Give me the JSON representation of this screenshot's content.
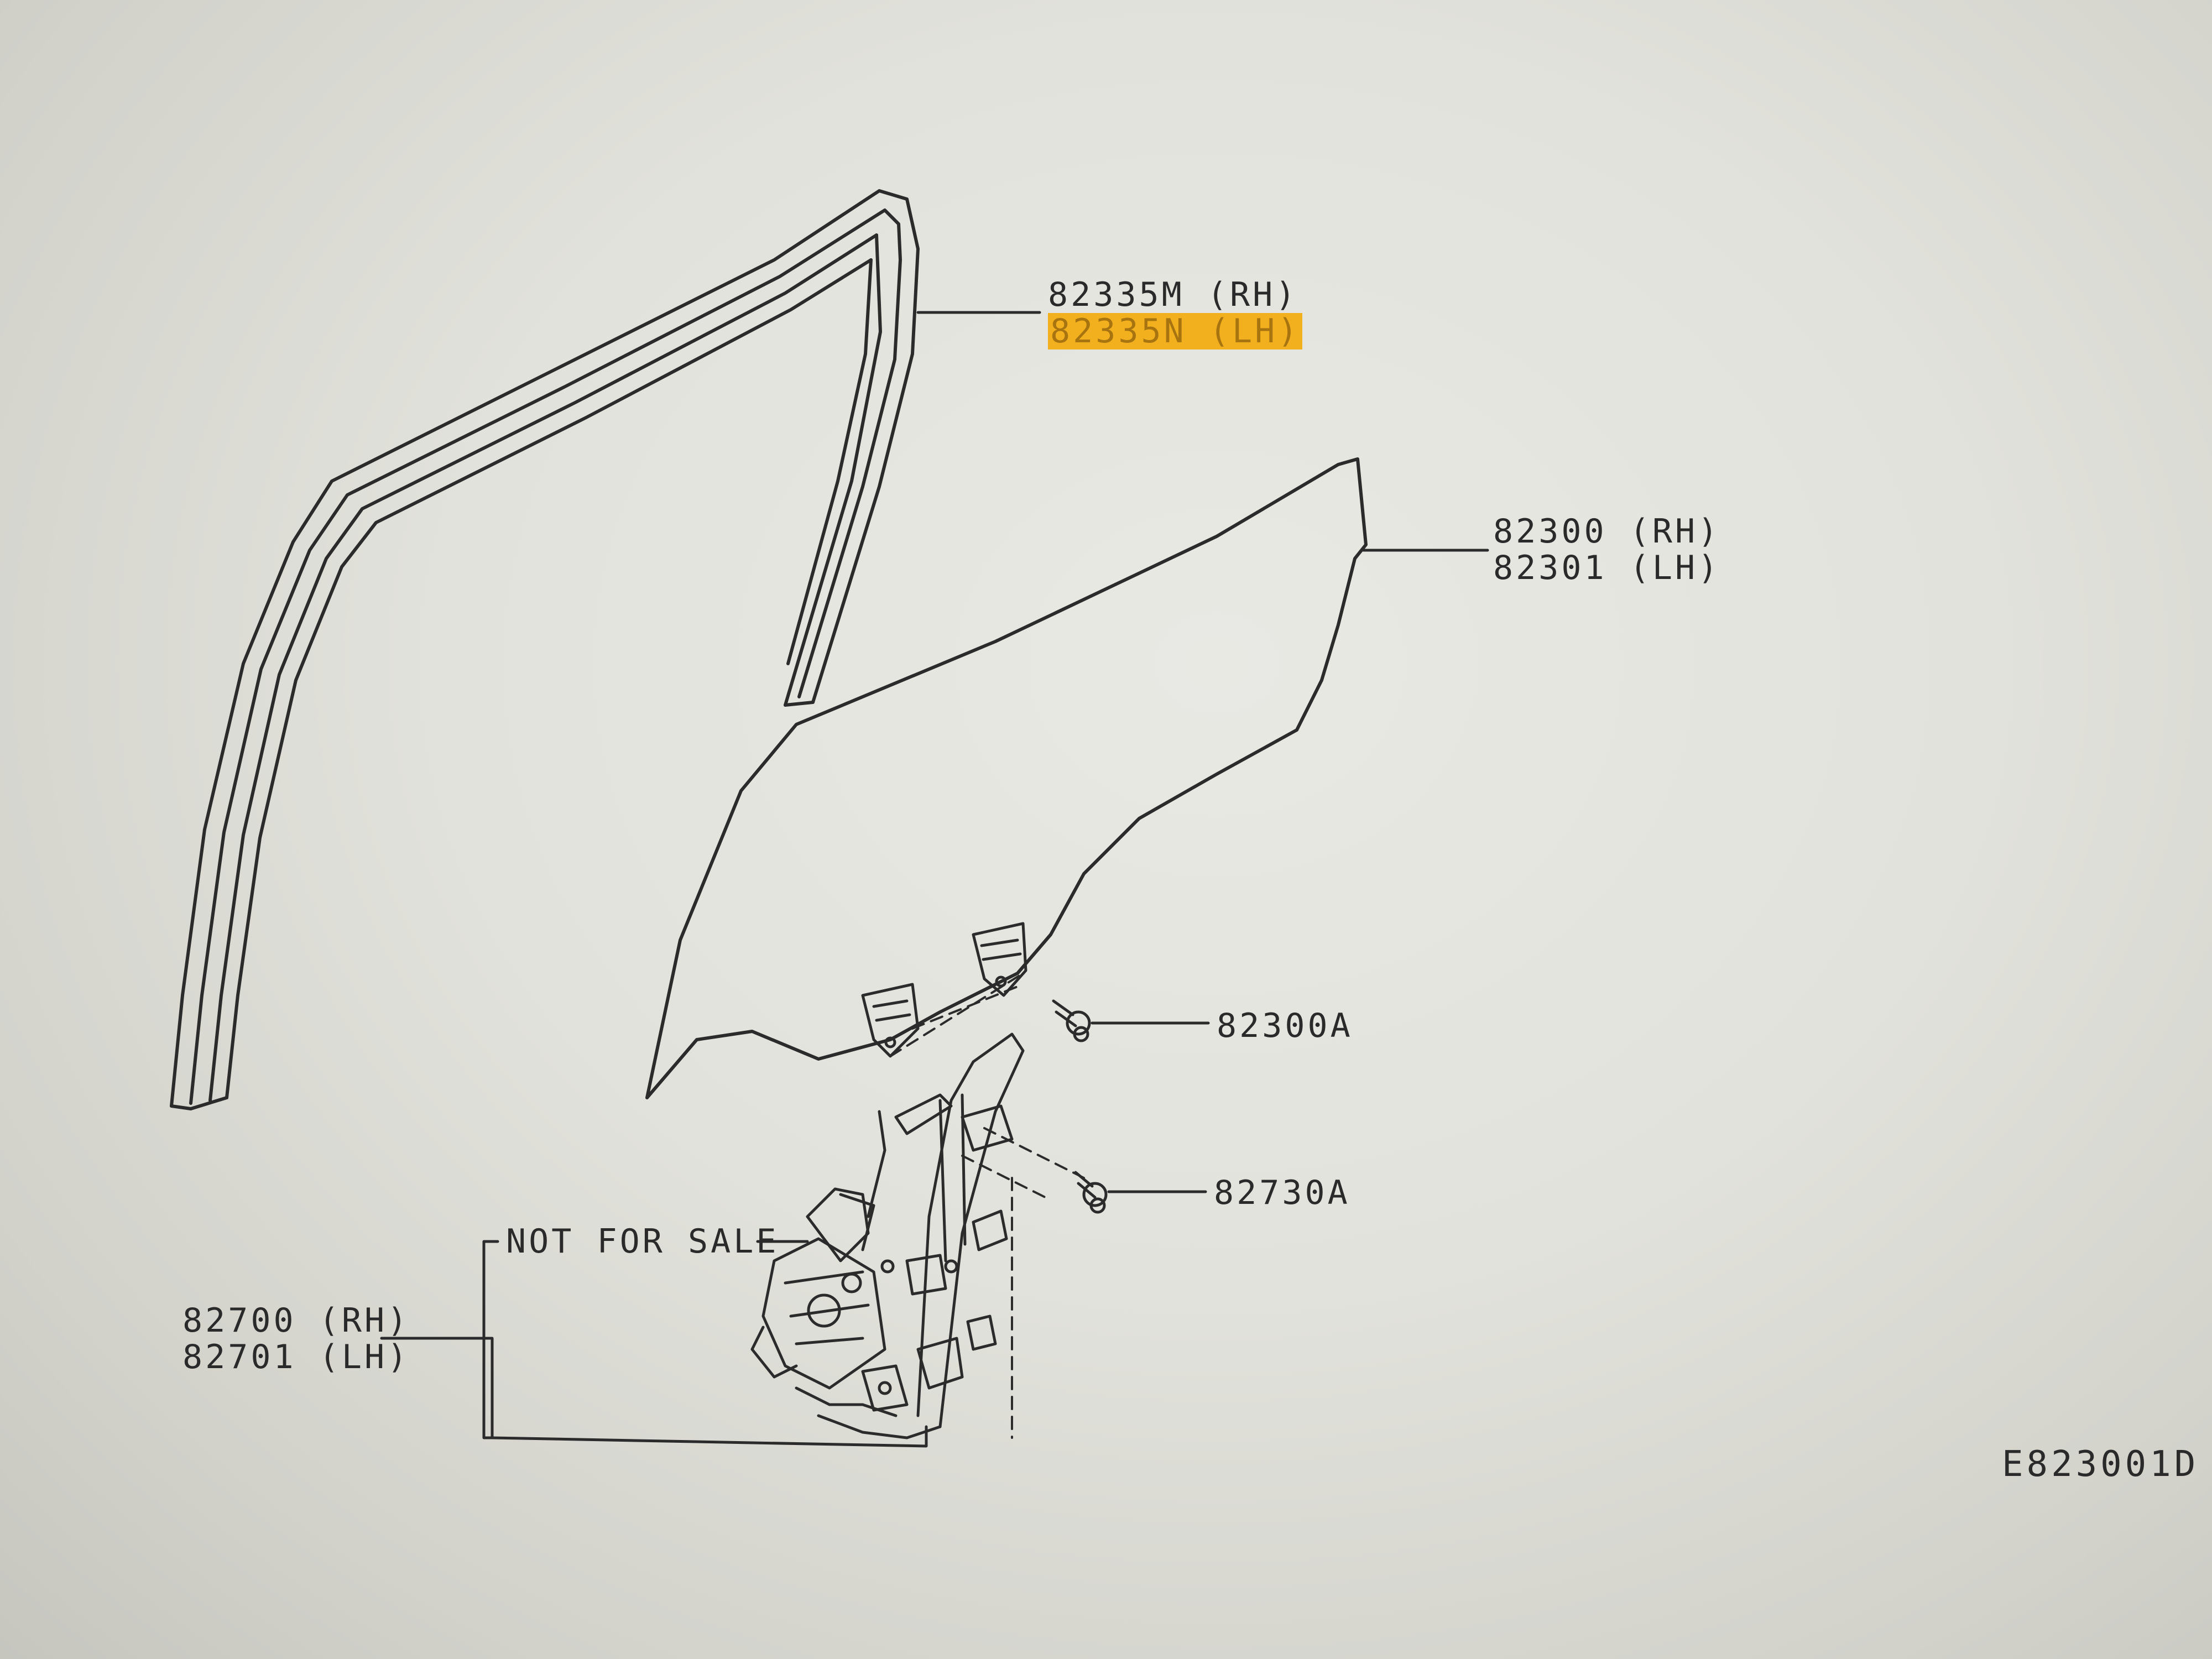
{
  "parts": {
    "sash_seal": {
      "rh": "82335M (RH)",
      "lh": "82335N (LH)"
    },
    "door_glass": {
      "rh": "82300 (RH)",
      "lh": "82301 (LH)"
    },
    "glass_bolt": "82300A",
    "regulator_bolt": "82730A",
    "not_for_sale": "NOT FOR SALE",
    "regulator": {
      "rh": "82700 (RH)",
      "lh": "82701 (LH)"
    }
  },
  "catalog_code": "E823001D",
  "colors": {
    "highlight": "#f2b01e",
    "line": "#2a2a2a",
    "screen": "#e4e4df"
  }
}
